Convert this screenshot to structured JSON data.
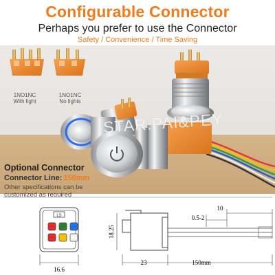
{
  "header": {
    "title": "Configurable Connector",
    "subtitle": "Perhaps you prefer to use the Connector",
    "features": "Safety / Convenience / Time Saving"
  },
  "connector_labels": {
    "left_title": "1NO1NC",
    "left_sub": "With light",
    "right_title": "1NO1NC",
    "right_sub": "No lights"
  },
  "watermark": "STAR.PAI&PEY",
  "optional": {
    "title": "Optional Connector",
    "line_label": "Connector Line:",
    "line_value": "150mm",
    "note_line1": "Other specifications can be",
    "note_line2": "customized as required"
  },
  "diagram": {
    "pin_label": "LS",
    "pin_colors": [
      "#e32b2b",
      "#2e7d32",
      "#1a73e8",
      "#e32b2b",
      "#f2c200",
      "#f5f5f5"
    ],
    "dims": {
      "width_front": "16.6",
      "height": "18.25",
      "body_len": "23",
      "pitch": "0.5-2",
      "strip": "10",
      "wire": "150mm"
    }
  }
}
